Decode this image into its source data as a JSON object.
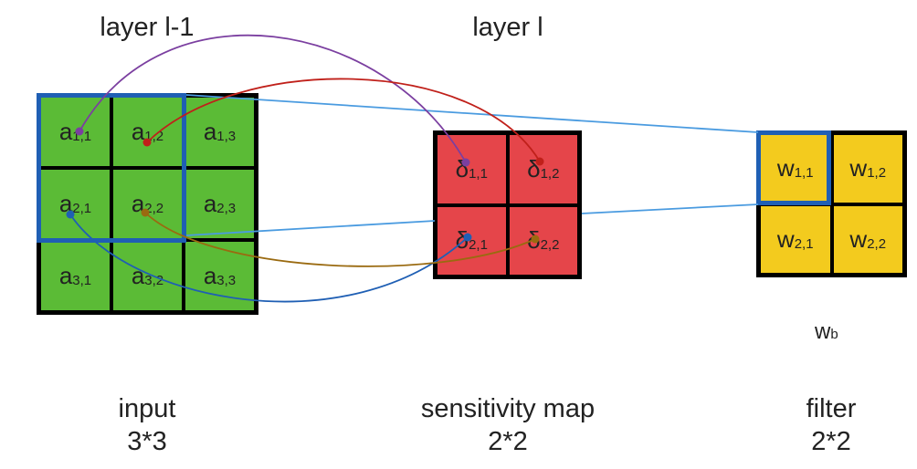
{
  "labels": {
    "layer_prev": "layer l-1",
    "layer_cur": "layer l",
    "input_name": "input",
    "input_size": "3*3",
    "sens_name": "sensitivity map",
    "sens_size": "2*2",
    "filter_name": "filter",
    "filter_size": "2*2",
    "bias_base": "w",
    "bias_sub": "b"
  },
  "input": {
    "cells": [
      {
        "base": "a",
        "sub": "1,1"
      },
      {
        "base": "a",
        "sub": "1,2"
      },
      {
        "base": "a",
        "sub": "1,3"
      },
      {
        "base": "a",
        "sub": "2,1"
      },
      {
        "base": "a",
        "sub": "2,2"
      },
      {
        "base": "a",
        "sub": "2,3"
      },
      {
        "base": "a",
        "sub": "3,1"
      },
      {
        "base": "a",
        "sub": "3,2"
      },
      {
        "base": "a",
        "sub": "3,3"
      }
    ]
  },
  "sensitivity": {
    "cells": [
      {
        "base": "δ",
        "sub": "1,1"
      },
      {
        "base": "δ",
        "sub": "1,2"
      },
      {
        "base": "δ",
        "sub": "2,1"
      },
      {
        "base": "δ",
        "sub": "2,2"
      }
    ]
  },
  "filter": {
    "cells": [
      {
        "base": "w",
        "sub": "1,1"
      },
      {
        "base": "w",
        "sub": "1,2"
      },
      {
        "base": "w",
        "sub": "2,1"
      },
      {
        "base": "w",
        "sub": "2,2"
      }
    ]
  },
  "colors": {
    "input_fill": "#5bbb36",
    "sensitivity_fill": "#e5454a",
    "filter_fill": "#f3cb1e",
    "window_border": "#1f5fb4",
    "projection_line": "#4a9be0",
    "arc_11": "#7b3fa0",
    "arc_12": "#c0201a",
    "arc_21": "#1f5fb4",
    "arc_22": "#9a6a10"
  }
}
